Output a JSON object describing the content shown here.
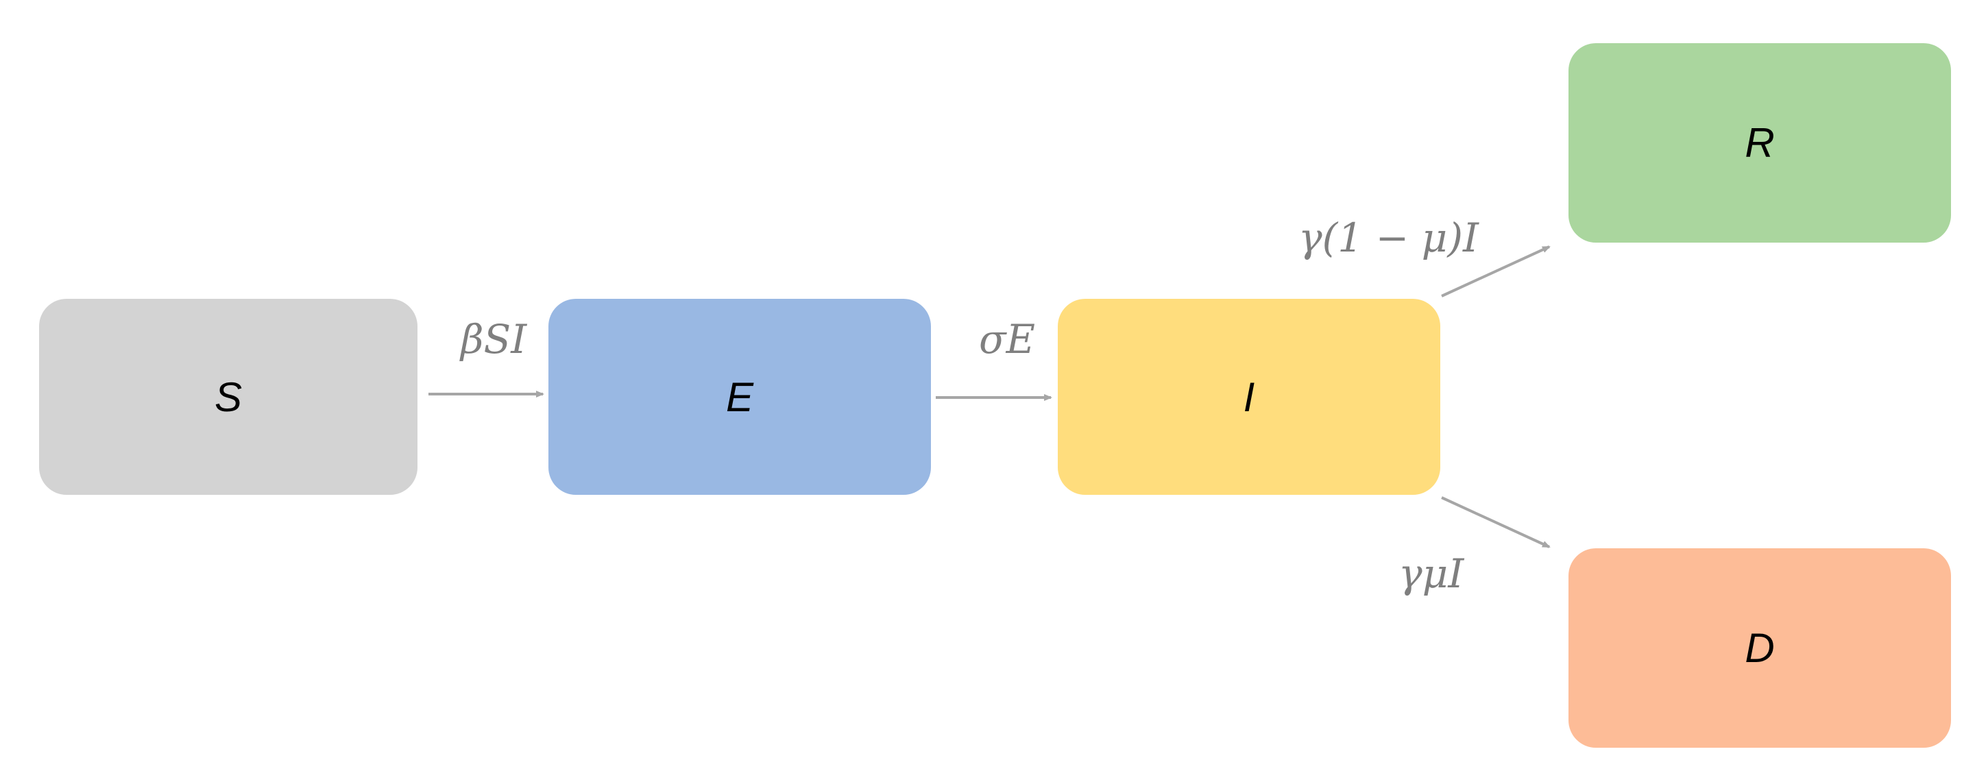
{
  "colors": {
    "arrow": "#a6a6a6",
    "rate_text": "#7f7f7f",
    "susceptible": "#d3d3d3",
    "exposed": "#99b8e3",
    "infectious": "#ffdd7d",
    "recovered": "#aad69e",
    "deceased": "#fdbc97"
  },
  "nodes": {
    "s": "S",
    "e": "E",
    "i": "I",
    "r": "R",
    "d": "D"
  },
  "rates": {
    "s_to_e": "βSI",
    "e_to_i": "σE",
    "i_to_r": "γ(1 − μ)I",
    "i_to_d": "γμI"
  }
}
